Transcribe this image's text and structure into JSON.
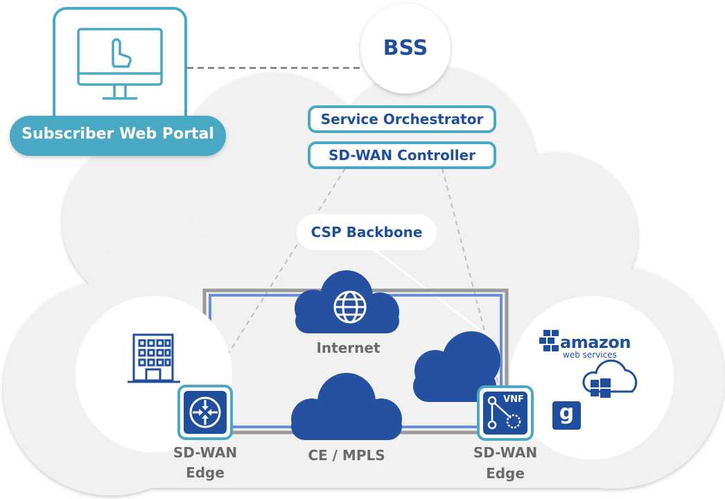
{
  "colors": {
    "cloud_fill": "#f1f1f1",
    "accent_teal": "#4aa8c4",
    "navy": "#1f4e9c",
    "gray_link": "#9a9a9a",
    "blue_link": "#6b8fd6"
  },
  "portal": {
    "label": "Subscriber Web Portal",
    "icon": "monitor-touch-icon"
  },
  "bss": {
    "label": "BSS"
  },
  "orchestrator": {
    "label": "Service Orchestrator"
  },
  "controller": {
    "label": "SD-WAN Controller"
  },
  "backbone": {
    "label": "CSP Backbone"
  },
  "internet": {
    "label": "Internet",
    "icon": "globe-icon"
  },
  "mpls": {
    "label": "CE / MPLS"
  },
  "edge_left": {
    "line1": "SD-WAN",
    "line2": "Edge",
    "icon": "router-icon"
  },
  "edge_right": {
    "line1": "SD-WAN",
    "line2": "Edge",
    "icon": "vnf-icon",
    "badge": "VNF"
  },
  "branch": {
    "icon": "building-icon"
  },
  "cloud_services": {
    "aws_word": "amazon",
    "aws_sub": "web services",
    "azure_icon": "windows-cloud-icon",
    "google_icon": "google-icon",
    "google_letter": "g"
  }
}
